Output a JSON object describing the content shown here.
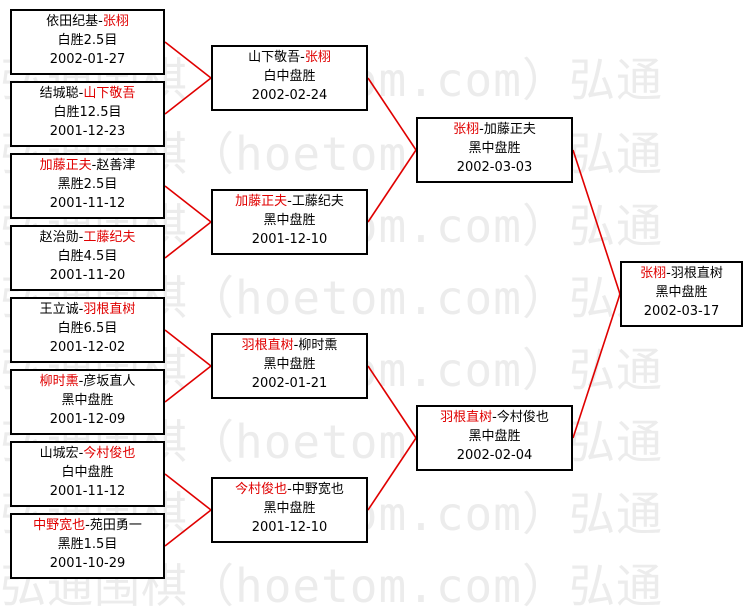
{
  "watermark": "弘通围棋（hoetom.com）弘通",
  "colors": {
    "winner": "#e00000",
    "connector": "#e00000",
    "border": "#000000"
  },
  "bracket": {
    "round1": [
      {
        "p1": "依田纪基",
        "p2": "张栩",
        "winner": 2,
        "result": "白胜2.5目",
        "date": "2002-01-27"
      },
      {
        "p1": "结城聪",
        "p2": "山下敬吾",
        "winner": 2,
        "result": "白胜12.5目",
        "date": "2001-12-23"
      },
      {
        "p1": "加藤正夫",
        "p2": "赵善津",
        "winner": 1,
        "result": "黑胜2.5目",
        "date": "2001-11-12"
      },
      {
        "p1": "赵治勋",
        "p2": "工藤纪夫",
        "winner": 2,
        "result": "白胜4.5目",
        "date": "2001-11-20"
      },
      {
        "p1": "王立诚",
        "p2": "羽根直树",
        "winner": 2,
        "result": "白胜6.5目",
        "date": "2001-12-02"
      },
      {
        "p1": "柳时熏",
        "p2": "彦坂直人",
        "winner": 1,
        "result": "黑中盘胜",
        "date": "2001-12-09"
      },
      {
        "p1": "山城宏",
        "p2": "今村俊也",
        "winner": 2,
        "result": "白中盘胜",
        "date": "2001-11-12"
      },
      {
        "p1": "中野宽也",
        "p2": "苑田勇一",
        "winner": 1,
        "result": "黑胜1.5目",
        "date": "2001-10-29"
      }
    ],
    "round2": [
      {
        "p1": "山下敬吾",
        "p2": "张栩",
        "winner": 2,
        "result": "白中盘胜",
        "date": "2002-02-24"
      },
      {
        "p1": "加藤正夫",
        "p2": "工藤纪夫",
        "winner": 1,
        "result": "黑中盘胜",
        "date": "2001-12-10"
      },
      {
        "p1": "羽根直树",
        "p2": "柳时熏",
        "winner": 1,
        "result": "黑中盘胜",
        "date": "2002-01-21"
      },
      {
        "p1": "今村俊也",
        "p2": "中野宽也",
        "winner": 1,
        "result": "黑中盘胜",
        "date": "2001-12-10"
      }
    ],
    "round3": [
      {
        "p1": "张栩",
        "p2": "加藤正夫",
        "winner": 1,
        "result": "黑中盘胜",
        "date": "2002-03-03"
      },
      {
        "p1": "羽根直树",
        "p2": "今村俊也",
        "winner": 1,
        "result": "黑中盘胜",
        "date": "2002-02-04"
      }
    ],
    "final": [
      {
        "p1": "张栩",
        "p2": "羽根直树",
        "winner": 1,
        "result": "黑中盘胜",
        "date": "2002-03-17"
      }
    ]
  }
}
